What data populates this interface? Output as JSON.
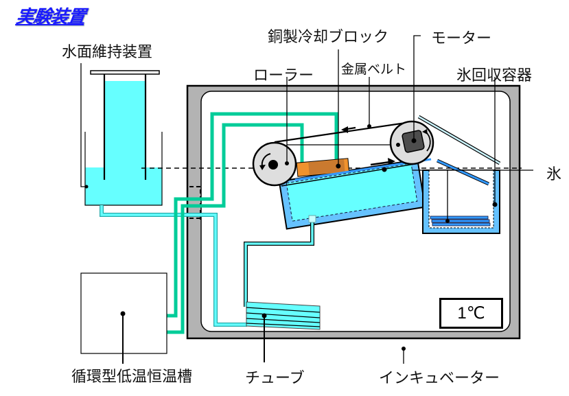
{
  "title": "実験装置",
  "labels": {
    "water_level_device": "水面維持装置",
    "copper_block": "銅製冷却ブロック",
    "motor": "モーター",
    "roller": "ローラー",
    "metal_belt": "金属ベルト",
    "ice_container": "氷回収容器",
    "ice": "氷",
    "circulating_bath": "循環型低温恒温槽",
    "tube": "チューブ",
    "incubator": "インキュベーター"
  },
  "incubator_temperature": "1℃",
  "colors": {
    "water": "#66ffff",
    "tray": "#66c2ff",
    "coolant_pipe": "#00cc99",
    "incubator_wall": "#b3b3b3",
    "roller_fill": "#dedede",
    "motor_core": "#4d4d4d",
    "copper": "#f0922e",
    "belt_ramp": "#3399ff",
    "title": "#1a1aff"
  }
}
